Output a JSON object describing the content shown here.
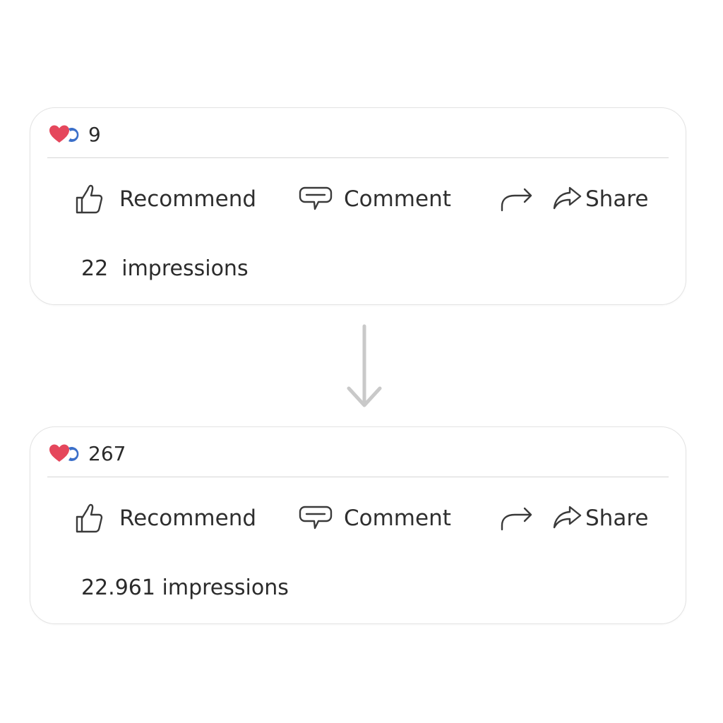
{
  "colors": {
    "heart": "#e5475c",
    "blue_reaction": "#3b6fc9",
    "text": "#2b2b2b",
    "border": "#e3e3e3",
    "divider": "#d6d6d6",
    "arrow": "#c9c9c9"
  },
  "icons": {
    "heart": "heart-icon",
    "reaction": "blue-reaction-icon",
    "recommend": "thumbs-up-icon",
    "comment": "speech-bubble-icon",
    "forward": "curved-arrow-icon",
    "share": "share-arrow-icon",
    "flow": "down-arrow-icon"
  },
  "cards": [
    {
      "reaction_count": "9",
      "actions": {
        "recommend": "Recommend",
        "comment": "Comment",
        "share": "Share"
      },
      "impressions": "22  impressions"
    },
    {
      "reaction_count": "267",
      "actions": {
        "recommend": "Recommend",
        "comment": "Comment",
        "share": "Share"
      },
      "impressions": "22.961 impressions"
    }
  ]
}
